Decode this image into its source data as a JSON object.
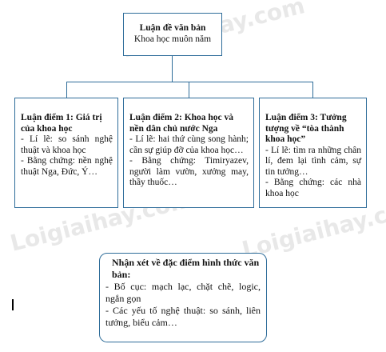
{
  "watermark_text": "Loigiaihay.com",
  "top": {
    "title": "Luận đề văn bản",
    "subtitle": "Khoa học muôn năm"
  },
  "branches": [
    {
      "title": "Luận điểm 1: Giá trị của khoa học",
      "lines": [
        "- Lí lẽ: so sánh nghệ thuật và khoa học",
        "- Bằng chứng: nền nghệ thuật Nga, Đức, Ý…"
      ]
    },
    {
      "title": "Luận điểm 2: Khoa học và nền dân chủ nước Nga",
      "lines": [
        "- Lí lẽ: hai thứ cùng song hành; cần sự giúp đỡ của khoa học…",
        "- Bằng chứng: Timiryazev, người làm vườn, xưởng may, thầy thuốc…"
      ]
    },
    {
      "title": "Luận điểm 3: Tưởng tượng về “tòa thành khoa học”",
      "lines": [
        "- Lí lẽ: tìm ra những chân lí, đem lại tình cảm, sự tin tưởng…",
        "- Bằng chứng: các nhà khoa học"
      ]
    }
  ],
  "summary": {
    "title": "Nhận xét về đặc điểm hình thức văn bản:",
    "lines": [
      "- Bố cục: mạch lạc, chặt chẽ, logic, ngắn gọn",
      "- Các yếu tố nghệ thuật: so sánh, liên tưởng, biểu cảm…"
    ]
  }
}
